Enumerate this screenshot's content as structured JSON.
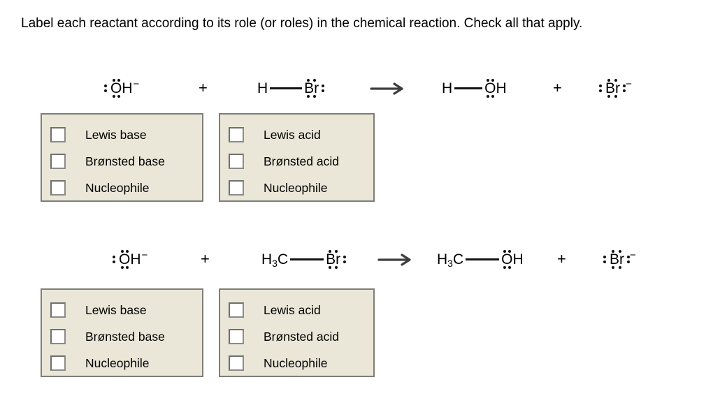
{
  "title": "Label each reactant according to its role (or roles) in the chemical reaction. Check all that apply.",
  "symbols": {
    "plus": "+",
    "minus": "−"
  },
  "atoms": {
    "H": "H",
    "O": "O",
    "C": "C",
    "Br": "Br",
    "sub3": "3"
  },
  "reactions": [
    {
      "equation": ":OH⁻  +  H—Br:  ⟶  H—OH  +  :Br:⁻"
    },
    {
      "equation": ":OH⁻  +  H₃C—Br:  ⟶  H₃C—OH  +  :Br:⁻"
    }
  ],
  "checkbox_groups": [
    {
      "options": [
        {
          "label": "Lewis base",
          "checked": false
        },
        {
          "label": "Brønsted base",
          "checked": false
        },
        {
          "label": "Nucleophile",
          "checked": false
        }
      ]
    },
    {
      "options": [
        {
          "label": "Lewis acid",
          "checked": false
        },
        {
          "label": "Brønsted acid",
          "checked": false
        },
        {
          "label": "Nucleophile",
          "checked": false
        }
      ]
    },
    {
      "options": [
        {
          "label": "Lewis base",
          "checked": false
        },
        {
          "label": "Brønsted base",
          "checked": false
        },
        {
          "label": "Nucleophile",
          "checked": false
        }
      ]
    },
    {
      "options": [
        {
          "label": "Lewis acid",
          "checked": false
        },
        {
          "label": "Brønsted acid",
          "checked": false
        },
        {
          "label": "Nucleophile",
          "checked": false
        }
      ]
    }
  ],
  "colors": {
    "background": "#FFFFFF",
    "panel_bg": "#EAE7D8",
    "panel_border": "#7E7E78",
    "checkbox_border": "#8B8B8B",
    "arrow": "#3D3D3D",
    "text": "#000000"
  }
}
